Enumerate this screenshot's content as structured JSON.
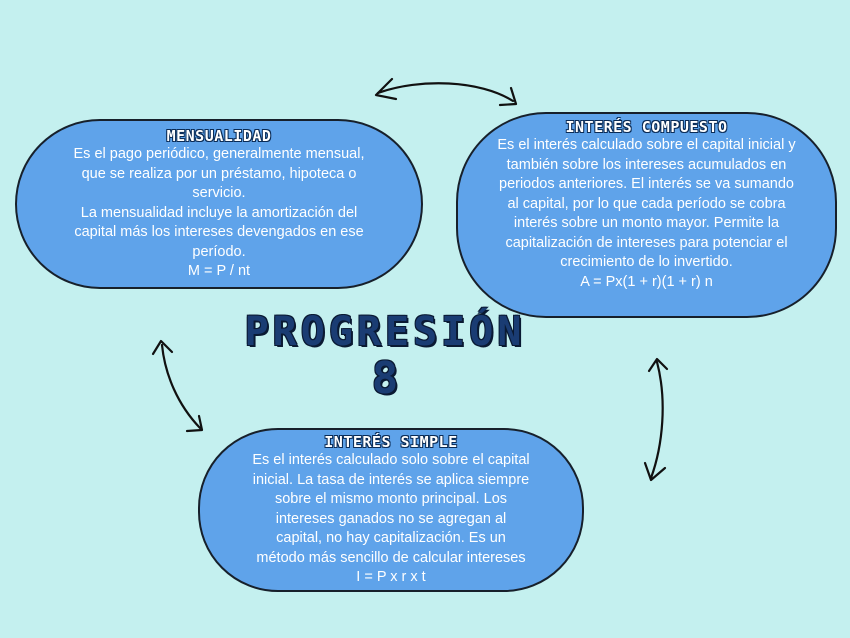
{
  "center": {
    "title": "PROGRESIÓN",
    "number": "8"
  },
  "nodes": {
    "mensualidad": {
      "title": "MENSUALIDAD",
      "body": "Es el pago periódico, generalmente mensual,\nque se realiza por un préstamo, hipoteca o\nservicio.\nLa mensualidad incluye la amortización del\ncapital más los intereses devengados en ese\nperíodo.",
      "formula": "M = P / nt"
    },
    "compuesto": {
      "title": "INTERÉS COMPUESTO",
      "body": "Es el interés calculado sobre el capital inicial y\ntambién sobre los intereses acumulados en\nperiodos anteriores. El interés se va sumando\nal capital, por lo que cada período se cobra\ninterés sobre un monto mayor. Permite la\ncapitalización de intereses para potenciar el\ncrecimiento de lo invertido.",
      "formula": "A = Px(1 + r)(1 + r) n"
    },
    "simple": {
      "title": "INTERÉS SIMPLE",
      "body": "Es el interés calculado solo sobre el capital\ninicial. La tasa de interés se aplica siempre\nsobre el mismo monto principal. Los\nintereses ganados no se agregan al\ncapital, no hay capitalización. Es un\nmétodo más sencillo de calcular intereses",
      "formula": "I = P x r x t"
    }
  },
  "colors": {
    "background": "#c4f0ef",
    "node_fill": "#5fa3ea",
    "outline": "#17202b",
    "title_text": "#1a3c73"
  }
}
